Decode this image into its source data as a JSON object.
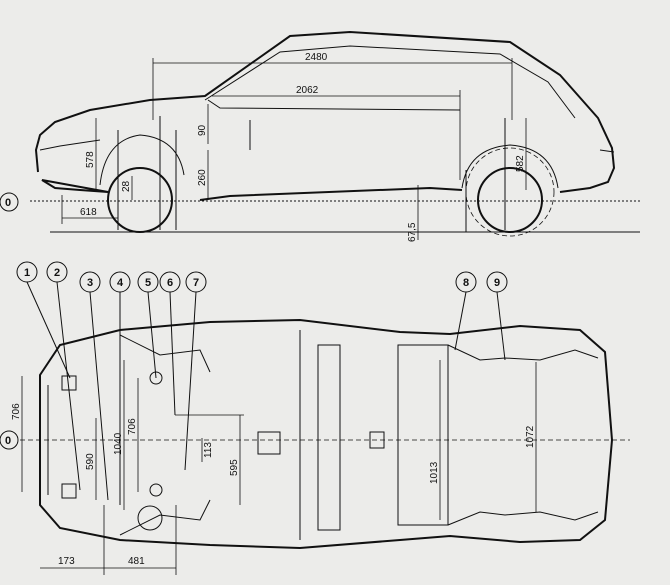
{
  "diagram": {
    "side_view_dimensions": {
      "wheelbase": "2480",
      "inner_length": "2062",
      "front_height": "578",
      "front_small_a": "90",
      "front_small_b": "260",
      "front_small_c": "28",
      "front_overhang": "618",
      "rear_height": "582",
      "ground_offset": "67,5"
    },
    "plan_view_dimensions": {
      "front_width": "706",
      "left_a": "590",
      "left_b": "1040",
      "left_c": "706",
      "center_a": "113",
      "center_b": "595",
      "rear_a": "1013",
      "rear_b": "1072",
      "bottom_a": "173",
      "bottom_b": "481"
    },
    "reference_marker": "0",
    "callouts": [
      "1",
      "2",
      "3",
      "4",
      "5",
      "6",
      "7",
      "8",
      "9"
    ],
    "colors": {
      "ink": "#111111",
      "paper": "#ececea"
    }
  }
}
